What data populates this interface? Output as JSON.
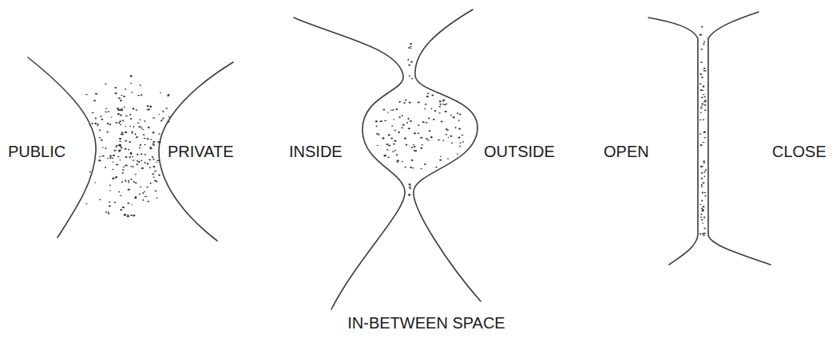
{
  "diagram": {
    "caption": "IN-BETWEEN SPACE",
    "labels": [
      "PUBLIC",
      "PRIVATE",
      "INSIDE",
      "OUTSIDE",
      "OPEN",
      "CLOSE"
    ]
  }
}
